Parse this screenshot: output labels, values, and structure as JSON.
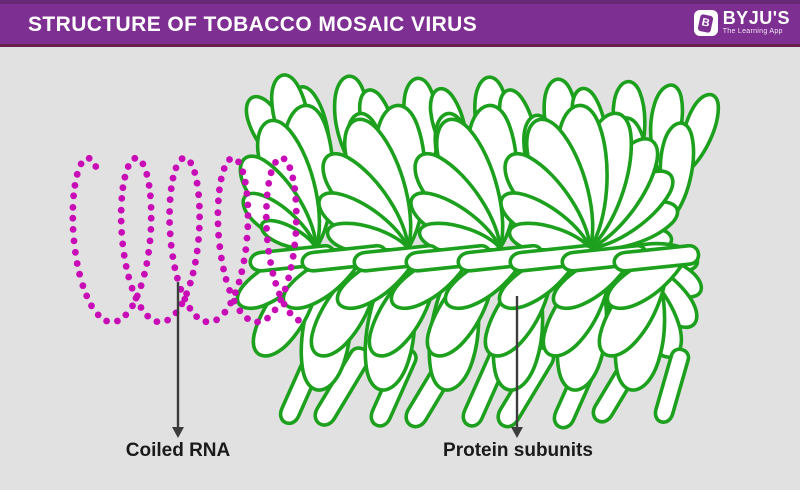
{
  "header": {
    "title": "STRUCTURE OF TOBACCO MOSAIC VIRUS"
  },
  "logo": {
    "wordmark": "BYJU'S",
    "tagline": "The Learning App",
    "icon_letter": "B"
  },
  "labels": {
    "rna": "Coiled RNA",
    "protein": "Protein subunits"
  },
  "colors": {
    "header_bg": "#7e2f92",
    "header_top_strip": "#662a74",
    "header_bottom_strip": "#6b2150",
    "background": "#e1e1e1",
    "rna_dots": "#c80cb6",
    "protein_stroke": "#1da01d",
    "petal_fill": "#ffffff",
    "arrow": "#3c3c3c",
    "label_text": "#1a1a1a"
  }
}
